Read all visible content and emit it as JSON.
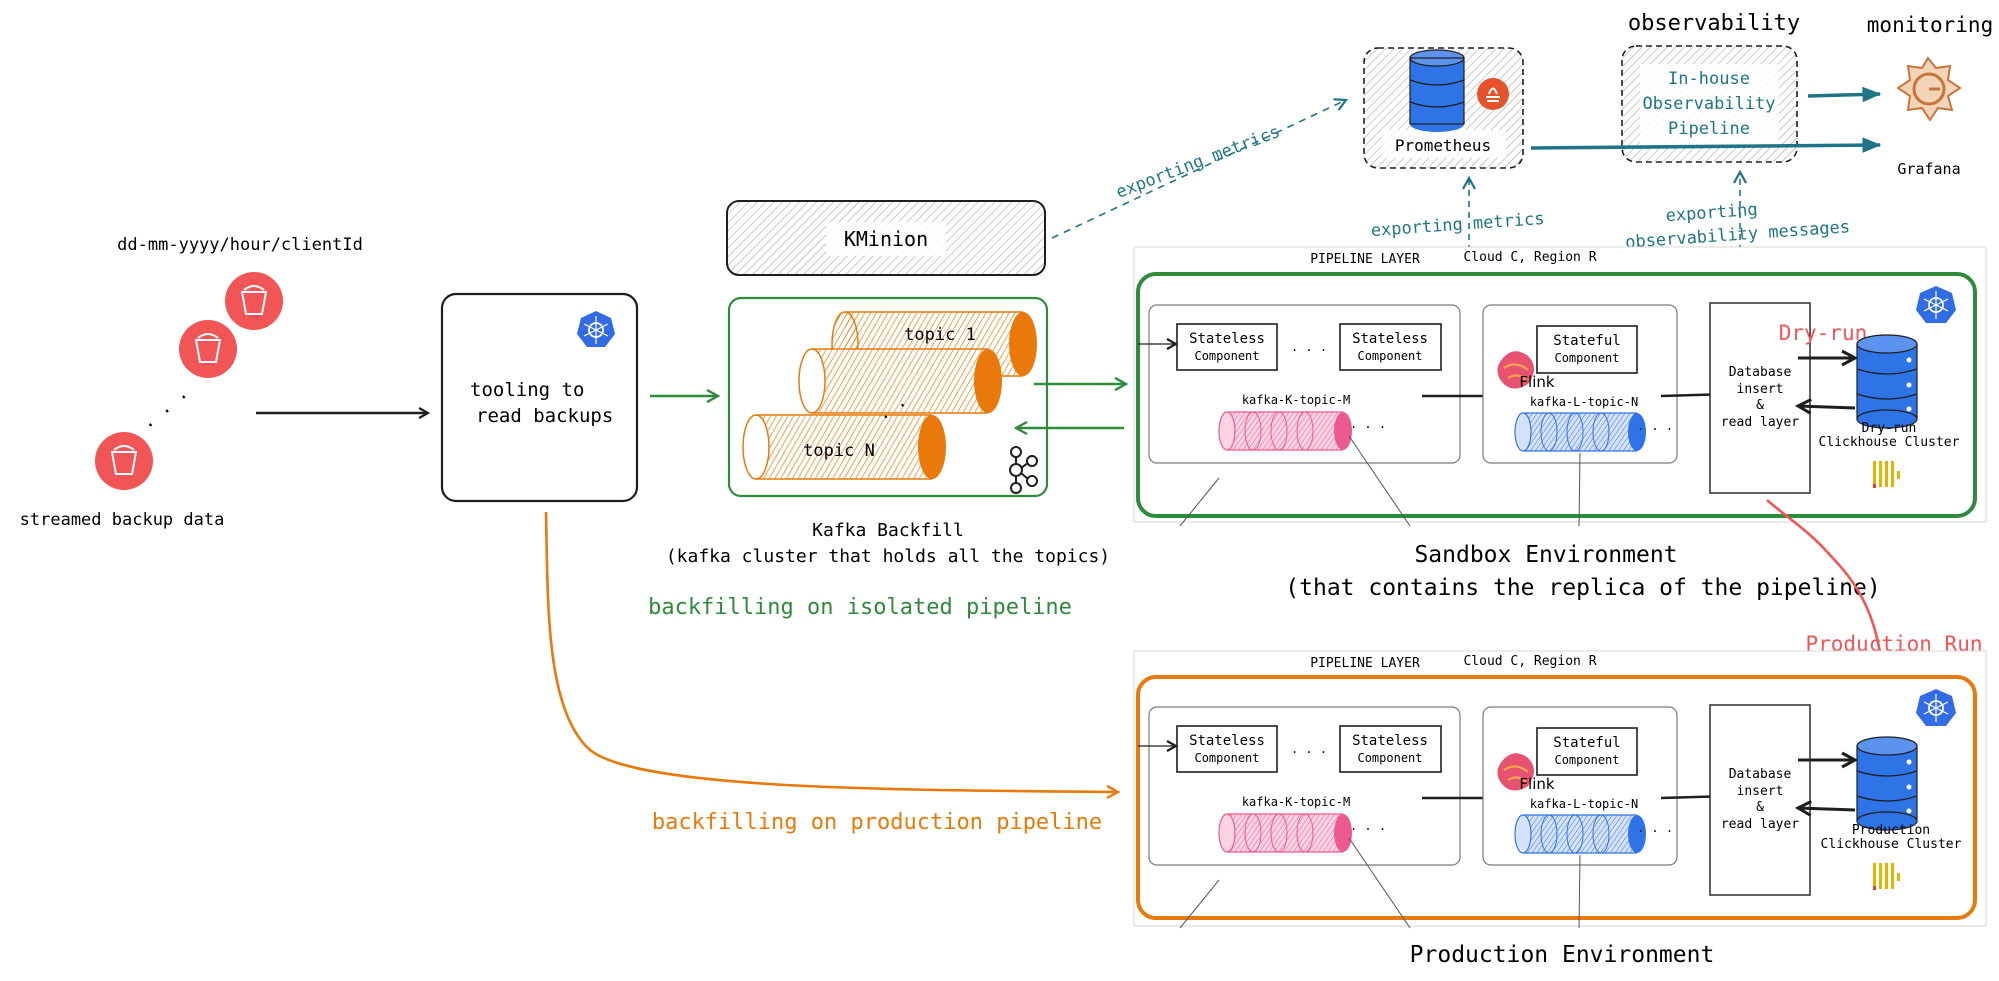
{
  "colors": {
    "ink": "#1e1e1e",
    "green": "#2f8a3c",
    "orange": "#e8790a",
    "teal": "#1f7585",
    "red": "#f25555",
    "blue": "#2f74e6",
    "pink": "#ec5a8e",
    "grafana": "#c9753a"
  },
  "icons": [
    "bucket-icon",
    "kubernetes-icon",
    "kafka-icon",
    "prometheus-icon",
    "grafana-icon",
    "flink-icon",
    "database-icon",
    "clickhouse-icon"
  ],
  "backups": {
    "path_label": "dd-mm-yyyy/hour/clientId",
    "ellipsis": ". . .",
    "caption": "streamed backup data"
  },
  "tooling": {
    "line1": "tooling to",
    "line2": "read backups"
  },
  "kminion": {
    "label": "KMinion"
  },
  "kafka": {
    "topic_first": "topic 1",
    "topic_dots": ".  .",
    "topic_last": "topic N",
    "caption_line1": "Kafka Backfill",
    "caption_line2": "(kafka cluster that holds all the topics)"
  },
  "flows": {
    "isolated": "backfilling on isolated pipeline",
    "production": "backfilling on production pipeline",
    "dry_run": "Dry-run",
    "production_run": "Production Run"
  },
  "observability": {
    "prometheus": "Prometheus",
    "observability_title": "observability",
    "inhouse_line1": "In-house",
    "inhouse_line2": "Observability",
    "inhouse_line3": "Pipeline",
    "monitoring_title": "monitoring",
    "grafana": "Grafana",
    "export_kminion": "exporting metrics",
    "export_sandbox": "exporting metrics",
    "export_obs_line1": "exporting",
    "export_obs_line2": "observability messages"
  },
  "sandbox": {
    "layer_label": "PIPELINE LAYER",
    "region_label": "Cloud C, Region R",
    "stateless_a_1": "Stateless",
    "stateless_a_2": "Component",
    "stateless_b_1": "Stateless",
    "stateless_b_2": "Component",
    "ellipsis_1": ". . .",
    "kafka_k": "kafka-K-topic-M",
    "ellipsis_2": ". . .",
    "stateful_1": "Stateful",
    "stateful_2": "Component",
    "flink": "Flink",
    "kafka_l": "kafka-L-topic-N",
    "ellipsis_3": ". . .",
    "db_1": "Database",
    "db_2": "insert",
    "db_3": "&",
    "db_4": "read layer",
    "cluster_1": "Dry-run",
    "cluster_2": "Clickhouse Cluster",
    "env_line1": "Sandbox Environment",
    "env_line2": "(that contains the replica of the pipeline)"
  },
  "production": {
    "layer_label": "PIPELINE LAYER",
    "region_label": "Cloud C, Region R",
    "stateless_a_1": "Stateless",
    "stateless_a_2": "Component",
    "stateless_b_1": "Stateless",
    "stateless_b_2": "Component",
    "ellipsis_1": ". . .",
    "kafka_k": "kafka-K-topic-M",
    "ellipsis_2": ". . .",
    "stateful_1": "Stateful",
    "stateful_2": "Component",
    "flink": "Flink",
    "kafka_l": "kafka-L-topic-N",
    "ellipsis_3": ". . .",
    "db_1": "Database",
    "db_2": "insert",
    "db_3": "&",
    "db_4": "read layer",
    "cluster_1": "Production",
    "cluster_2": "Clickhouse Cluster",
    "env_line1": "Production Environment"
  }
}
